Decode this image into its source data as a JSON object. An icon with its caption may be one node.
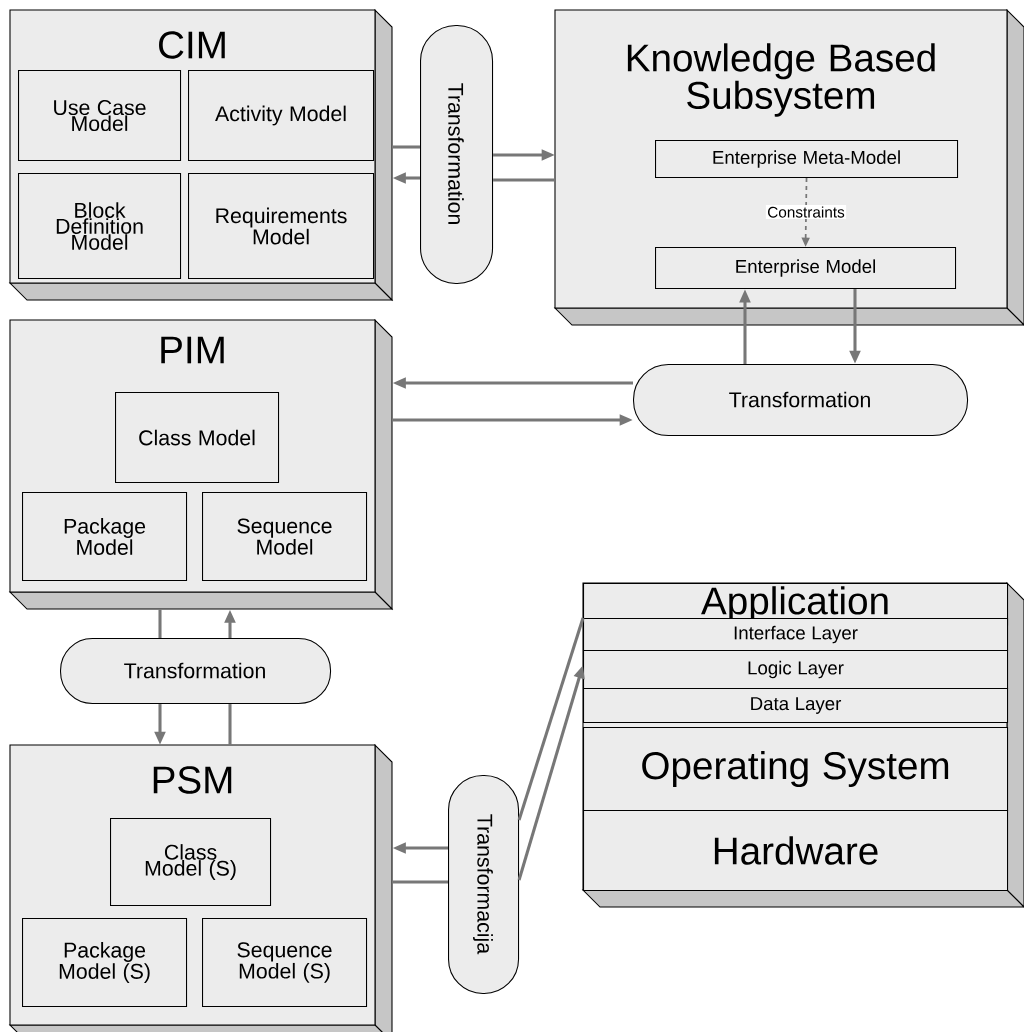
{
  "diagram": {
    "nodes": [
      {
        "text": [
          "CIM"
        ]
      },
      {
        "text": [
          "Use Case Model"
        ],
        "in": 0
      },
      {
        "text": [
          "Activity Model"
        ],
        "in": 0
      },
      {
        "text": [
          "Block Definition Model"
        ],
        "in": 0
      },
      {
        "text": [
          "Requirements Model"
        ],
        "in": 0
      },
      {
        "text": [
          "Transformation"
        ]
      },
      {
        "text": [
          "Knowledge Based Subsystem"
        ]
      },
      {
        "text": [
          "Enterprise Meta-Model"
        ],
        "in": 6
      },
      {
        "text": [
          "Enterprise Model"
        ],
        "in": 6
      },
      {
        "text": [
          "PIM"
        ]
      },
      {
        "text": [
          "Class Model"
        ],
        "in": 9
      },
      {
        "text": [
          "Package Model"
        ],
        "in": 9
      },
      {
        "text": [
          "Sequence Model"
        ],
        "in": 9
      },
      {
        "text": [
          "Transformation"
        ]
      },
      {
        "text": [
          "Transformation"
        ]
      },
      {
        "text": [],
        "shape": "box"
      },
      {
        "text": [
          "Application"
        ],
        "in": 15
      },
      {
        "text": [
          "Interface Layer"
        ],
        "in": 15
      },
      {
        "text": [
          "Logic Layer"
        ],
        "in": 15
      },
      {
        "text": [
          "Data Layer"
        ],
        "in": 15
      },
      {
        "text": [
          "Operating System"
        ],
        "in": 15
      },
      {
        "text": [
          "Hardware"
        ],
        "in": 15
      },
      {
        "text": [
          "PSM"
        ]
      },
      {
        "text": [
          "Class Model (S)"
        ],
        "in": 22
      },
      {
        "text": [
          "Package Model (S)"
        ],
        "in": 22
      },
      {
        "text": [
          "Sequence Model (S)"
        ],
        "in": 22
      },
      {
        "text": [
          "Transformacija"
        ]
      }
    ],
    "edges": [
      {
        "from": 0,
        "to": 5,
        "arrow": "none"
      },
      {
        "from": 5,
        "to": 6,
        "arrow": "to"
      },
      {
        "from": 6,
        "to": 5,
        "arrow": "none"
      },
      {
        "from": 5,
        "to": 0,
        "arrow": "to"
      },
      {
        "from": 7,
        "to": 8,
        "arrow": "to",
        "label": "Constraints",
        "style": "dashed"
      },
      {
        "from": 13,
        "to": 8,
        "arrow": "to"
      },
      {
        "from": 8,
        "to": 13,
        "arrow": "to"
      },
      {
        "from": 13,
        "to": 9,
        "arrow": "to"
      },
      {
        "from": 9,
        "to": 13,
        "arrow": "to"
      },
      {
        "from": 9,
        "to": 14,
        "arrow": "none"
      },
      {
        "from": 14,
        "to": 22,
        "arrow": "to"
      },
      {
        "from": 22,
        "to": 14,
        "arrow": "none"
      },
      {
        "from": 14,
        "to": 9,
        "arrow": "to"
      },
      {
        "from": 26,
        "to": 22,
        "arrow": "to"
      },
      {
        "from": 22,
        "to": 26,
        "arrow": "none"
      },
      {
        "from": 26,
        "to": 15,
        "arrow": "none"
      },
      {
        "from": 26,
        "to": 15,
        "arrow": "to"
      }
    ]
  }
}
